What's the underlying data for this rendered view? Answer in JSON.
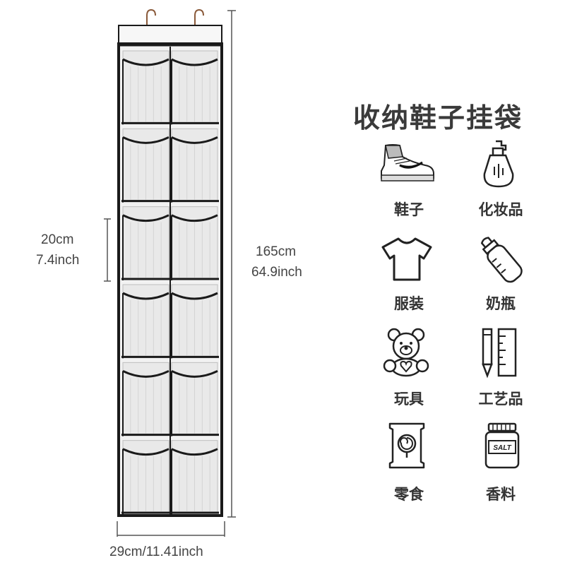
{
  "product": {
    "title": "收纳鞋子挂袋",
    "pocket_rows": 6,
    "pocket_cols": 2
  },
  "dimensions": {
    "height_cm": "165cm",
    "height_inch": "64.9inch",
    "pocket_cm": "20cm",
    "pocket_inch": "7.4inch",
    "width_label": "29cm/11.41inch"
  },
  "categories": [
    {
      "label": "鞋子",
      "icon": "sneaker-icon"
    },
    {
      "label": "化妆品",
      "icon": "cosmetics-bottle-icon"
    },
    {
      "label": "服装",
      "icon": "tshirt-icon"
    },
    {
      "label": "奶瓶",
      "icon": "baby-bottle-icon"
    },
    {
      "label": "玩具",
      "icon": "teddy-bear-icon"
    },
    {
      "label": "工艺品",
      "icon": "pencil-ruler-icon"
    },
    {
      "label": "零食",
      "icon": "candy-snack-icon"
    },
    {
      "label": "香料",
      "icon": "salt-jar-icon"
    }
  ],
  "icon_text": {
    "salt": "SALT"
  },
  "colors": {
    "frame": "#1a1a1a",
    "pocket_fill": "#eeeeee",
    "text": "#333333"
  }
}
